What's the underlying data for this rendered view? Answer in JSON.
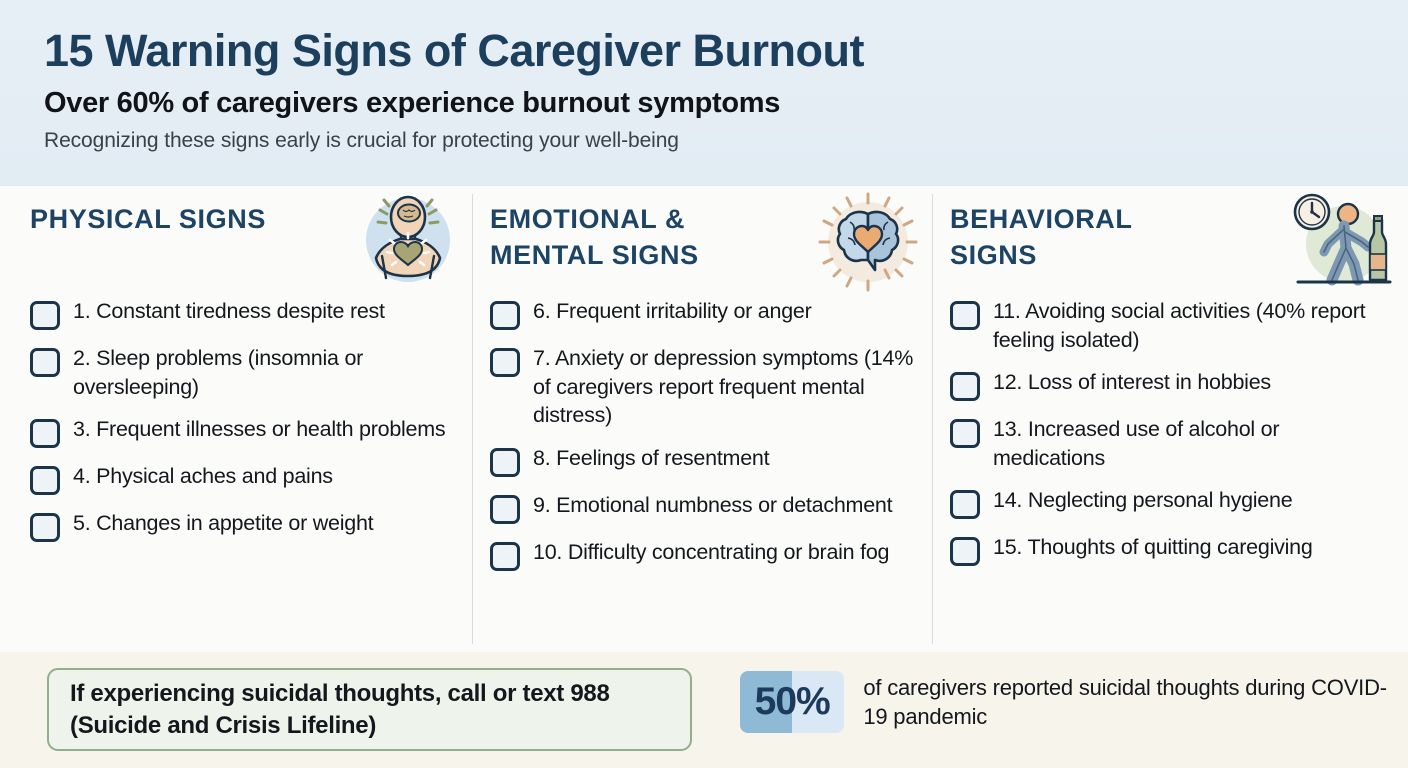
{
  "header": {
    "title": "15 Warning Signs of Caregiver Burnout",
    "subtitle": "Over 60% of caregivers experience burnout symptoms",
    "tagline": "Recognizing these signs early is crucial for protecting your well-being",
    "title_color": "#1d3f5e",
    "background_color": "#e4edf4"
  },
  "columns": [
    {
      "title": "PHYSICAL SIGNS",
      "icon": "body-brain-heart-icon",
      "items": [
        "1. Constant tiredness despite rest",
        "2. Sleep problems (insomnia or oversleeping)",
        "3. Frequent illnesses or health problems",
        "4. Physical aches and pains",
        "5. Changes in appetite or weight"
      ]
    },
    {
      "title": "EMOTIONAL & MENTAL SIGNS",
      "icon": "brain-heart-icon",
      "items": [
        "6. Frequent irritability or anger",
        "7. Anxiety or depression symptoms (14% of caregivers report frequent mental distress)",
        "8. Feelings of resentment",
        "9. Emotional numbness or detachment",
        "10. Difficulty concentrating or brain fog"
      ]
    },
    {
      "title": "BEHAVIORAL SIGNS",
      "icon": "walking-person-clock-bottle-icon",
      "items": [
        "11. Avoiding social activities (40% report feeling isolated)",
        "12. Loss of interest in hobbies",
        "13. Increased use of alcohol or medications",
        "14. Neglecting personal hygiene",
        "15. Thoughts of quitting caregiving"
      ]
    }
  ],
  "footer": {
    "crisis_text": "If experiencing suicidal thoughts, call or text 988 (Suicide and Crisis Lifeline)",
    "crisis_border_color": "#8fb08a",
    "crisis_background_color": "#eef4ec",
    "stat_value": "50%",
    "stat_caption": "of caregivers reported suicidal thoughts during COVID-19 pandemic",
    "stat_badge_left_color": "#8fbad6",
    "stat_badge_right_color": "#d9e8f4",
    "background_color": "#f7f4ec"
  }
}
